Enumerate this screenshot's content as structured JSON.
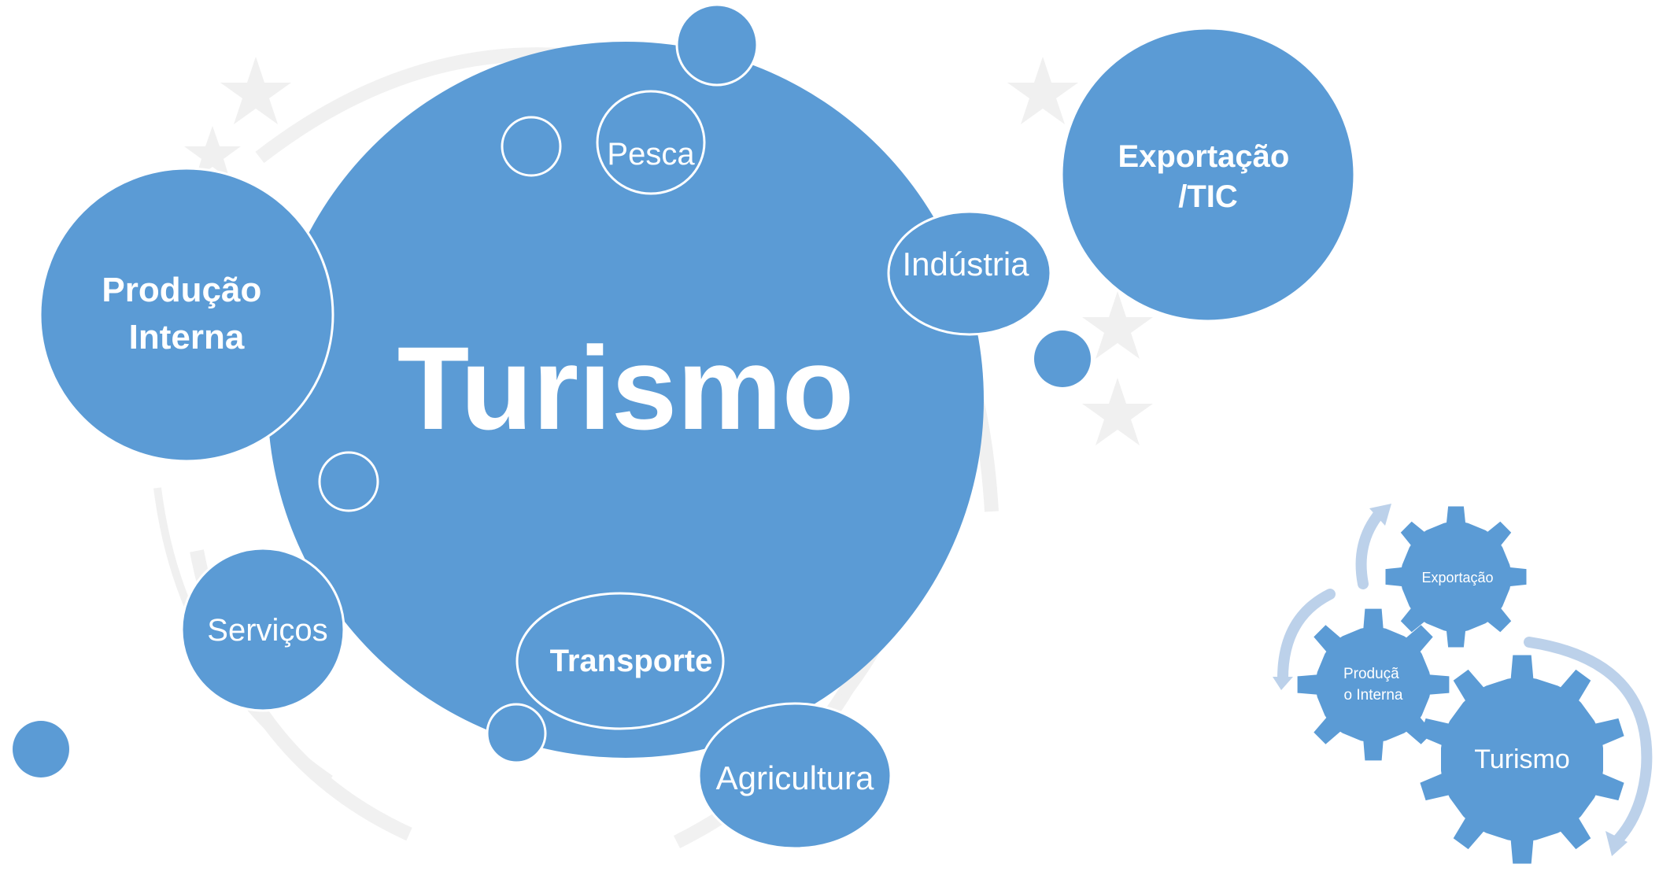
{
  "colors": {
    "bubble_fill": "#5b9bd5",
    "bubble_outline": "#ffffff",
    "watermark": "#eeeeee",
    "arrow": "#bcd1ea",
    "label": "#ffffff"
  },
  "center": {
    "label": "Turismo"
  },
  "bubbles": {
    "producao_interna": [
      "Produção",
      "Interna"
    ],
    "exportacao_tic": [
      "Exportação",
      "/TIC"
    ],
    "pesca": "Pesca",
    "industria": "Indústria",
    "servicos": "Serviços",
    "transporte": "Transporte",
    "agricultura": "Agricultura"
  },
  "gears": {
    "exportacao": "Exportação",
    "producao_interna": [
      "Produçã",
      "o Interna"
    ],
    "turismo": "Turismo"
  },
  "background": {
    "watermark_icon": "emblem-watermark-icon"
  }
}
